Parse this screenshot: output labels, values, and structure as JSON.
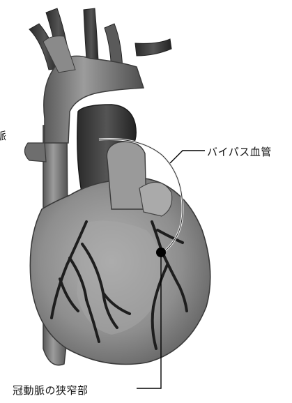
{
  "labels": {
    "bypass_vessel": "バイパス血管",
    "coronary_stenosis": "冠動脈の狭窄部",
    "cut_left_edge": "脈"
  },
  "colors": {
    "background": "#ffffff",
    "leader_line": "#000000",
    "heart_light": "#9a9a9a",
    "heart_dark": "#3a3a3a"
  },
  "illustration": {
    "subject": "heart",
    "style": "grayscale"
  }
}
